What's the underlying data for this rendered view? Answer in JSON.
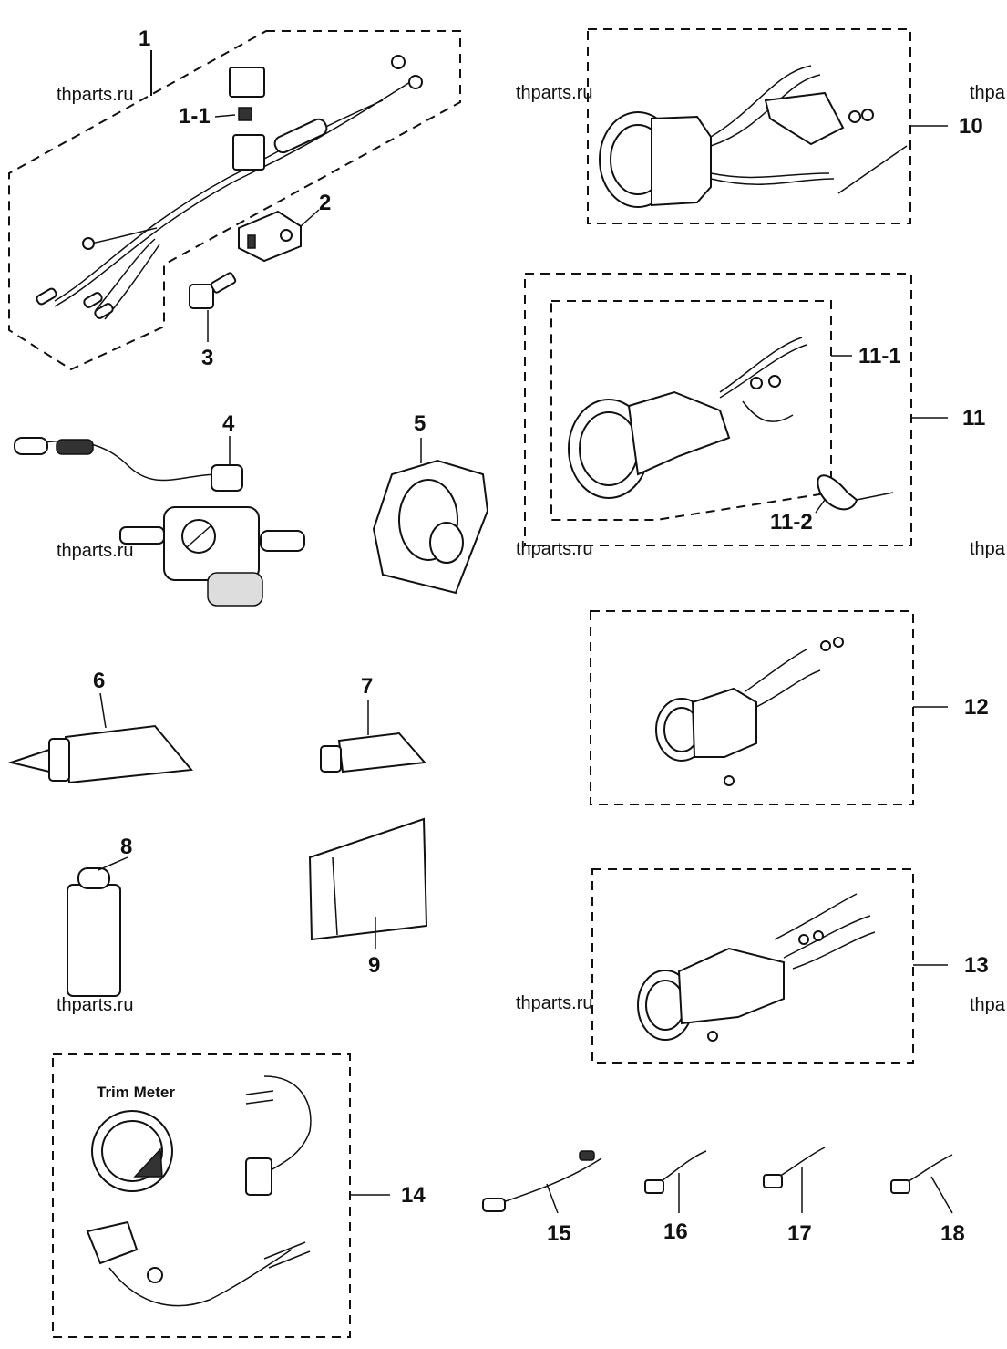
{
  "callouts": {
    "c1": "1",
    "c1_1": "1-1",
    "c2": "2",
    "c3": "3",
    "c4": "4",
    "c5": "5",
    "c6": "6",
    "c7": "7",
    "c8": "8",
    "c9": "9",
    "c10": "10",
    "c11": "11",
    "c11_1": "11-1",
    "c11_2": "11-2",
    "c12": "12",
    "c13": "13",
    "c14": "14",
    "c15": "15",
    "c16": "16",
    "c17": "17",
    "c18": "18"
  },
  "captions": {
    "trim_meter": "Trim Meter"
  },
  "watermarks": {
    "text": "thparts.ru",
    "partial": "thpa"
  }
}
